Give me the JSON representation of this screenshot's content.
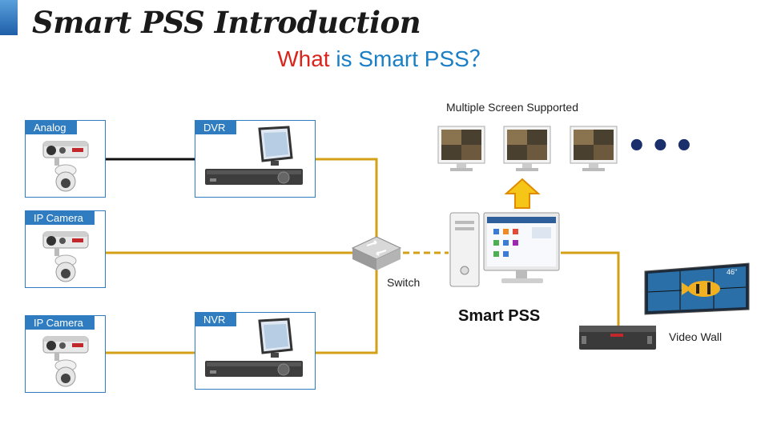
{
  "title": "Smart PSS Introduction",
  "subtitle": {
    "what": "What",
    "rest": " is Smart PSS？"
  },
  "devices": {
    "analog": "Analog",
    "ip_camera_1": "IP Camera",
    "ip_camera_2": "IP Camera",
    "dvr": "DVR",
    "nvr": "NVR"
  },
  "labels": {
    "switch": "Switch",
    "smart_pss": "Smart PSS",
    "multiple_screen": "Multiple Screen Supported",
    "video_wall": "Video Wall",
    "ellipsis": "•••",
    "wall_badge": "46\""
  },
  "colors": {
    "accent_blue": "#2f7dc0",
    "title_red": "#d9241c",
    "title_blue": "#1b7fc6",
    "wire_gold": "#d4a017",
    "arrow_fill": "#f5c518",
    "arrow_stroke": "#e08a00"
  }
}
